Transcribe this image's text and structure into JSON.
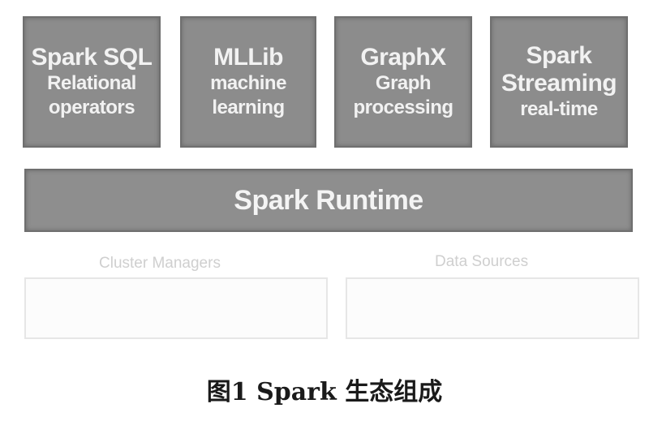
{
  "modules": [
    {
      "title": "Spark SQL",
      "desc": [
        "Relational",
        "operators"
      ]
    },
    {
      "title": "MLLib",
      "desc": [
        "machine",
        "learning"
      ]
    },
    {
      "title": "GraphX",
      "desc": [
        "Graph",
        "processing"
      ]
    },
    {
      "title": "Spark",
      "desc": [
        "Streaming",
        "real-time"
      ]
    }
  ],
  "runtime": {
    "label": "Spark Runtime"
  },
  "lower": {
    "cluster_label": "Cluster Managers",
    "data_label": "Data Sources"
  },
  "caption": "图1 Spark 生态组成",
  "colors": {
    "module_fill": "#8c8c8c",
    "module_text": "#f2f2f2",
    "faint_text": "#cfcfcf"
  }
}
